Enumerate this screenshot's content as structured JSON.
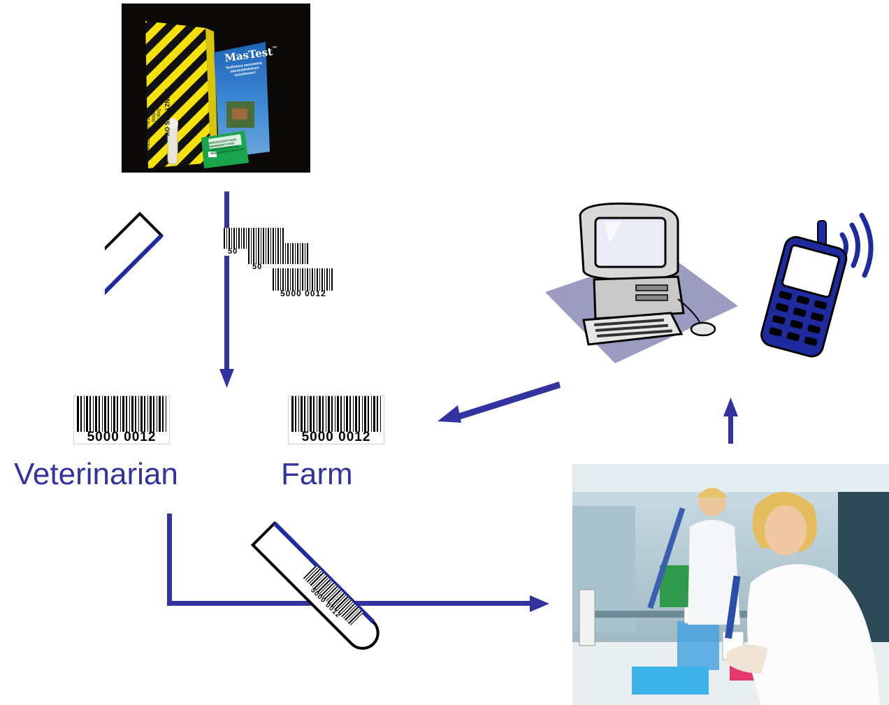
{
  "nodes": {
    "veterinarian": "Veterinarian",
    "farm": "Farm"
  },
  "kit": {
    "brand": "MasTest",
    "brand_mark": "™",
    "tagline_lines": [
      "Mullistava menetelmä",
      "utaretulehduksen",
      "testaukseen!"
    ],
    "box_lines": [
      "FINNZYMES OY",
      "Sop.n:o",
      "00000",
      "VASTAUSLÄHETYS"
    ],
    "card_lines": [
      "MUKOSTUSPYYNTÖ",
      "REMISSIOPYYNTÖ",
      "LÄHETESOHJEISTUS",
      "REMISSIONSFORMULÄR"
    ]
  },
  "barcodes": {
    "code_full": "5000 0012",
    "code_partial": "50"
  },
  "colors": {
    "accent": "#3333a0",
    "tube_blue": "#1e2a9e"
  }
}
